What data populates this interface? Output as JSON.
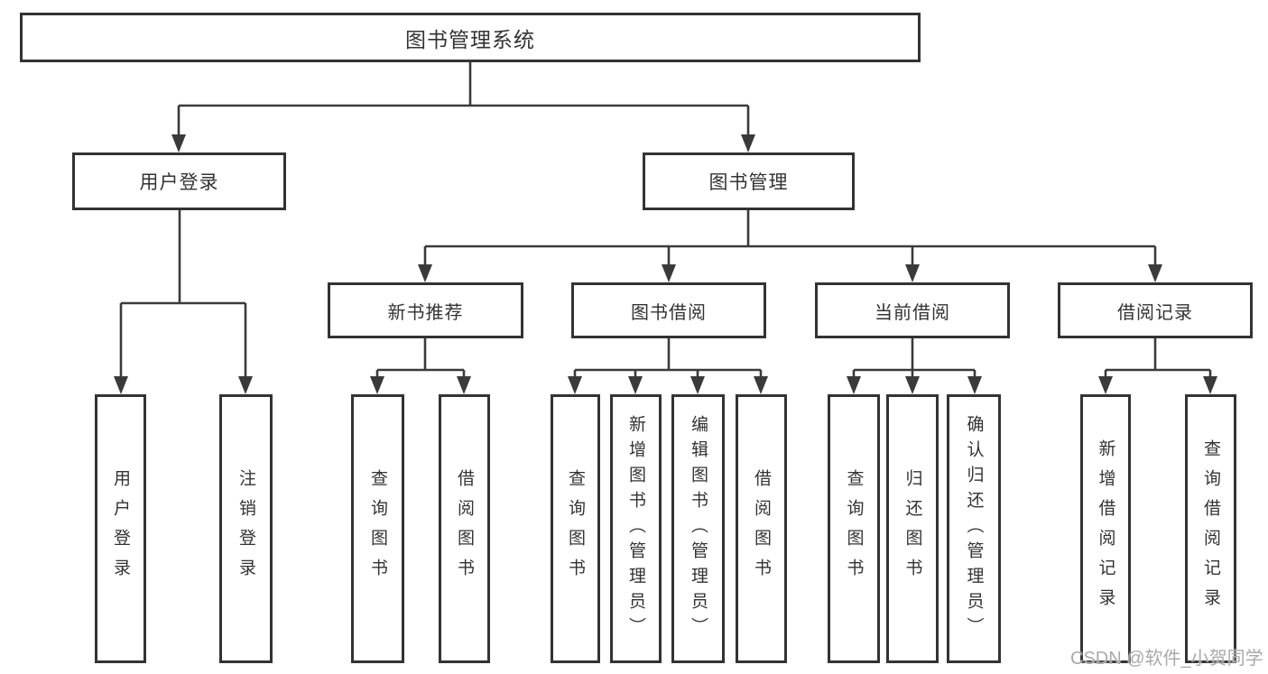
{
  "root": {
    "label": "图书管理系统"
  },
  "branches": [
    {
      "label": "用户登录",
      "children": [
        "用户登录",
        "注销登录"
      ]
    },
    {
      "label": "图书管理",
      "sections": [
        {
          "label": "新书推荐",
          "children": [
            "查询图书",
            "借阅图书"
          ]
        },
        {
          "label": "图书借阅",
          "children": [
            "查询图书",
            "新增图书（管理员）",
            "编辑图书（管理员）",
            "借阅图书"
          ]
        },
        {
          "label": "当前借阅",
          "children": [
            "查询图书",
            "归还图书",
            "确认归还（管理员）"
          ]
        },
        {
          "label": "借阅记录",
          "children": [
            "新增借阅记录",
            "查询借阅记录"
          ]
        }
      ]
    }
  ],
  "watermark": "CSDN @软件_小贺同学",
  "colors": {
    "line": "#3a3a3a",
    "border": "#333333",
    "text": "#333333",
    "watermark": "#a9a9a9"
  }
}
